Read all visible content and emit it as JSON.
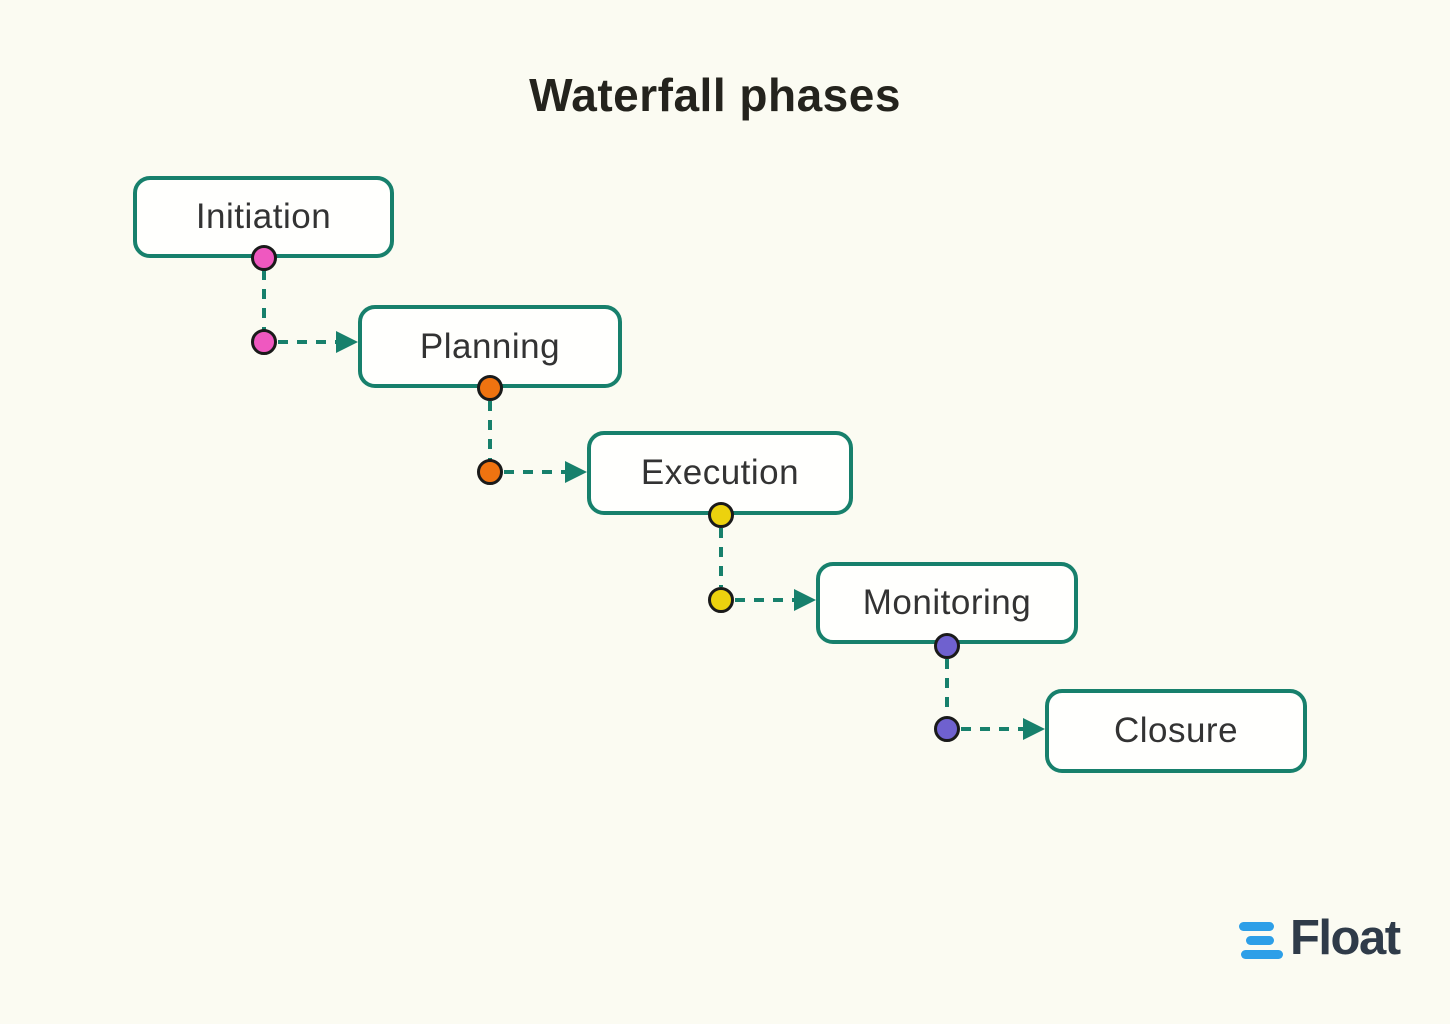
{
  "title": "Waterfall phases",
  "diagram": {
    "phases": [
      {
        "label": "Initiation"
      },
      {
        "label": "Planning"
      },
      {
        "label": "Execution"
      },
      {
        "label": "Monitoring"
      },
      {
        "label": "Closure"
      }
    ],
    "connectors": [
      {
        "from": "Initiation",
        "to": "Planning",
        "dot_color": "#ef58c0"
      },
      {
        "from": "Planning",
        "to": "Execution",
        "dot_color": "#ef7310"
      },
      {
        "from": "Execution",
        "to": "Monitoring",
        "dot_color": "#ecd20e"
      },
      {
        "from": "Monitoring",
        "to": "Closure",
        "dot_color": "#6f61cf"
      }
    ],
    "colors": {
      "background": "#fbfbf2",
      "box_border": "#17806c",
      "connector_line": "#17806c",
      "box_fill": "#fffffd",
      "title_text": "#24231d",
      "label_text": "#333333",
      "dot_outline": "#1a1a1a"
    }
  },
  "logo": {
    "text": "Float",
    "icon": "float-bars-icon",
    "bar_color": "#2d9fe8",
    "text_color": "#2f3b49"
  }
}
